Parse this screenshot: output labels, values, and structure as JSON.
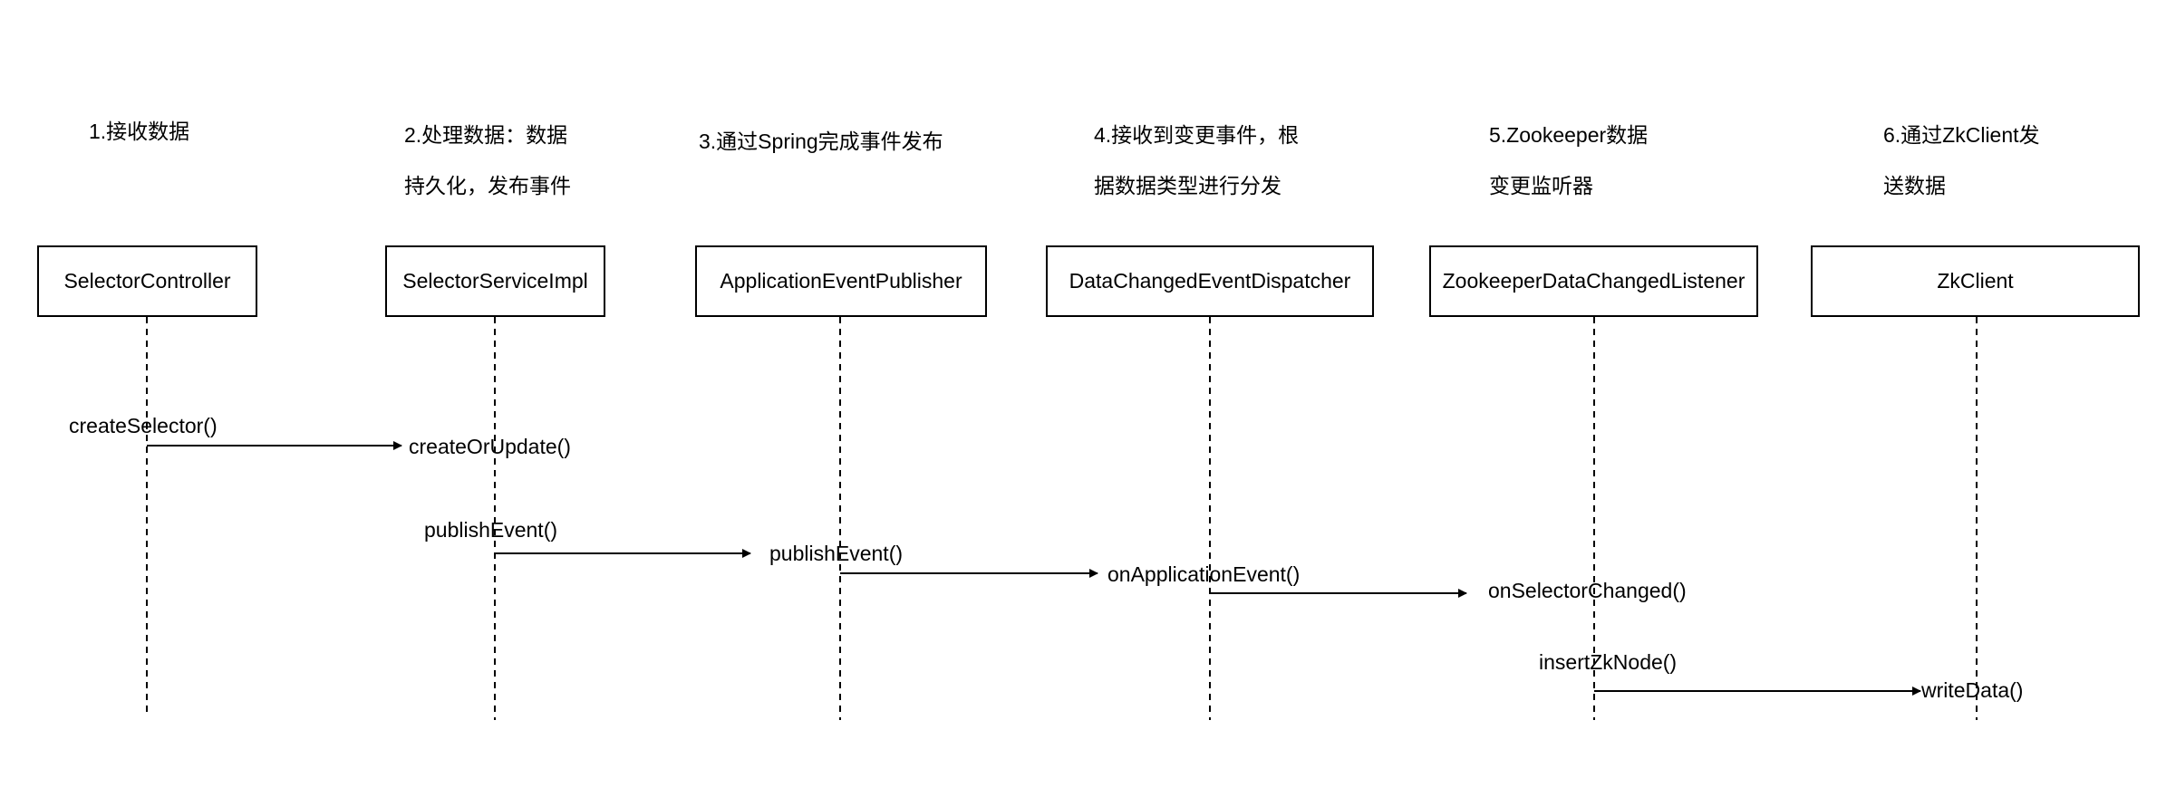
{
  "steps": [
    {
      "line1": "1.接收数据",
      "line2": ""
    },
    {
      "line1": "2.处理数据：数据",
      "line2": "持久化，发布事件"
    },
    {
      "line1": "3.通过Spring完成事件发布",
      "line2": ""
    },
    {
      "line1": "4.接收到变更事件，根",
      "line2": "据数据类型进行分发"
    },
    {
      "line1": "5.Zookeeper数据",
      "line2": "变更监听器"
    },
    {
      "line1": "6.通过ZkClient发",
      "line2": "送数据"
    }
  ],
  "participants": [
    "SelectorController",
    "SelectorServiceImpl",
    "ApplicationEventPublisher",
    "DataChangedEventDispatcher",
    "ZookeeperDataChangedListener",
    "ZkClient"
  ],
  "messages": [
    {
      "call": "createSelector()",
      "receive": "createOrUpdate()"
    },
    {
      "call": "publishEvent()",
      "receive": "publishEvent()"
    },
    {
      "call": "",
      "receive": "onApplicationEvent()"
    },
    {
      "call": "",
      "receive": "onSelectorChanged()"
    },
    {
      "call": "insertZkNode()",
      "receive": "writeData()"
    }
  ]
}
